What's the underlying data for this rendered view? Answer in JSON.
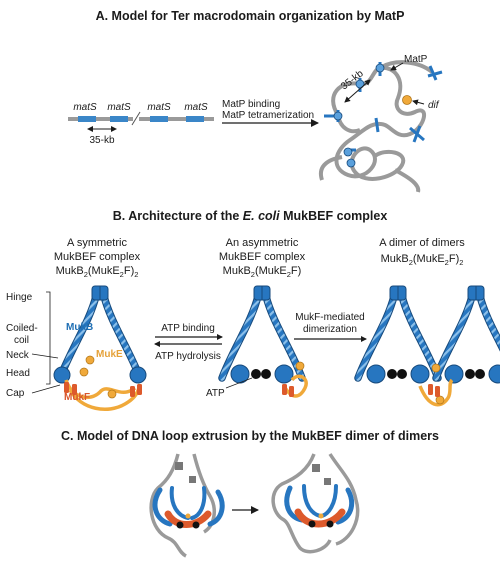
{
  "colors": {
    "mukb": "#2776c0",
    "mukb_dark": "#174a7c",
    "muke": "#f0a93a",
    "mukf": "#dd5a2c",
    "dna": "#9a9a9a",
    "mats": "#3a86c8",
    "text": "#1b1b1b"
  },
  "panel_a": {
    "title": "A. Model for Ter macrodomain organization by MatP",
    "mats_labels": [
      "matS",
      "matS",
      "matS",
      "matS"
    ],
    "distance_label": "35-kb",
    "arrow_label_line1": "MatP binding",
    "arrow_label_line2": "MatP tetramerization",
    "loop_distance_label": "35-kb",
    "matp_label": "MatP",
    "dif_label": "dif"
  },
  "panel_b": {
    "title_prefix": "B. Architecture of the ",
    "title_italic": "E. coli",
    "title_suffix": " MukBEF complex",
    "col1": {
      "line1": "A symmetric",
      "line2": "MukBEF complex",
      "formula_a": "MukB",
      "sub1": "2",
      "formula_b": "(MukE",
      "sub2": "2",
      "formula_c": "F)",
      "sub3": "2"
    },
    "col2": {
      "line1": "An asymmetric",
      "line2": "MukBEF complex",
      "formula_a": "MukB",
      "sub1": "2",
      "formula_b": "(MukE",
      "sub2": "2",
      "formula_c": "F)"
    },
    "col3": {
      "line1": "A dimer of dimers",
      "formula_a": "MukB",
      "sub1": "2",
      "formula_b": "(MukE",
      "sub2": "2",
      "formula_c": "F)",
      "sub3": "2"
    },
    "domain_labels": [
      "Hinge",
      "Coiled-",
      "coil",
      "Neck",
      "Head",
      "Cap"
    ],
    "mukb_label": "MukB",
    "muke_label": "MukE",
    "mukf_label": "MukF",
    "atp_binding": "ATP binding",
    "atp_hydrolysis": "ATP hydrolysis",
    "atp_label": "ATP",
    "dimerization_line1": "MukF-mediated",
    "dimerization_line2": "dimerization"
  },
  "panel_c": {
    "title": "C. Model of DNA loop extrusion by the MukBEF dimer of dimers"
  }
}
